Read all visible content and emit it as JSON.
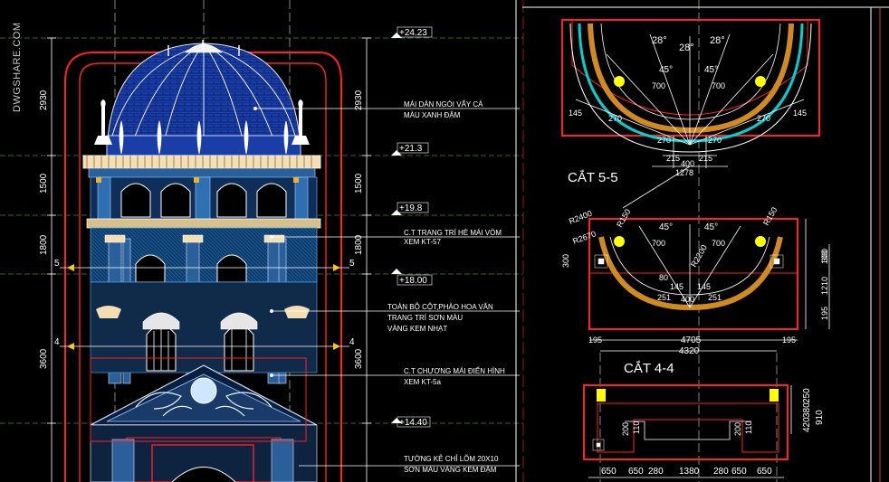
{
  "watermark": "DWGSHARE.COM",
  "elevation": {
    "left_dims": [
      "2930",
      "1500",
      "1800",
      "3600"
    ],
    "right_dims": [
      "2930",
      "1500",
      "1800",
      "3600"
    ],
    "levels": [
      "+24.23",
      "+21.3",
      "+19.8",
      "+18.00",
      "+14.40"
    ],
    "section_marks": [
      "5",
      "5",
      "4",
      "4"
    ],
    "notes": [
      [
        "MÁI DÁN NGÓI VẨY CÁ",
        "MÀU XANH ĐẬM"
      ],
      [
        "C.T TRANG TRÍ HÈ MÁI VÒM",
        "XEM KT-57"
      ],
      [
        "TOÀN BỘ CỘT,PHÀO HOA VĂN",
        "TRANG TRÍ SƠN MÀU",
        "VÀNG KEM NHẠT"
      ],
      [
        "C.T CHƯƠNG MÁI ĐIỂN HÌNH",
        "XEM KT-5a"
      ],
      [
        "TƯỜNG KẺ CHỈ LÕM 20X10",
        "SƠN MÀU VÀNG KEM ĐẬM"
      ]
    ]
  },
  "section_5": {
    "title": "CẮT 5-5",
    "angles": [
      "28°",
      "28°",
      "28°",
      "45°",
      "45°"
    ],
    "dims": [
      "700",
      "700",
      "270",
      "270",
      "215",
      "215",
      "400",
      "1278",
      "270",
      "270",
      "145",
      "145"
    ]
  },
  "section_4": {
    "title": "CẮT 4-4",
    "radii": [
      "R2400",
      "R2670",
      "R150",
      "R150",
      "R2200"
    ],
    "angles": [
      "45°",
      "45°"
    ],
    "dims": [
      "700",
      "700",
      "300",
      "80",
      "145",
      "145",
      "251",
      "251",
      "400",
      "4705",
      "4320",
      "195",
      "195",
      "100",
      "1210",
      "195",
      "300"
    ]
  },
  "plan_bottom": {
    "dims_bottom": [
      "650",
      "650",
      "280",
      "1380",
      "280",
      "650",
      "650"
    ],
    "dims_right": [
      "250",
      "380",
      "420",
      "910"
    ],
    "dims_inner": [
      "200",
      "110",
      "200",
      "110"
    ]
  }
}
